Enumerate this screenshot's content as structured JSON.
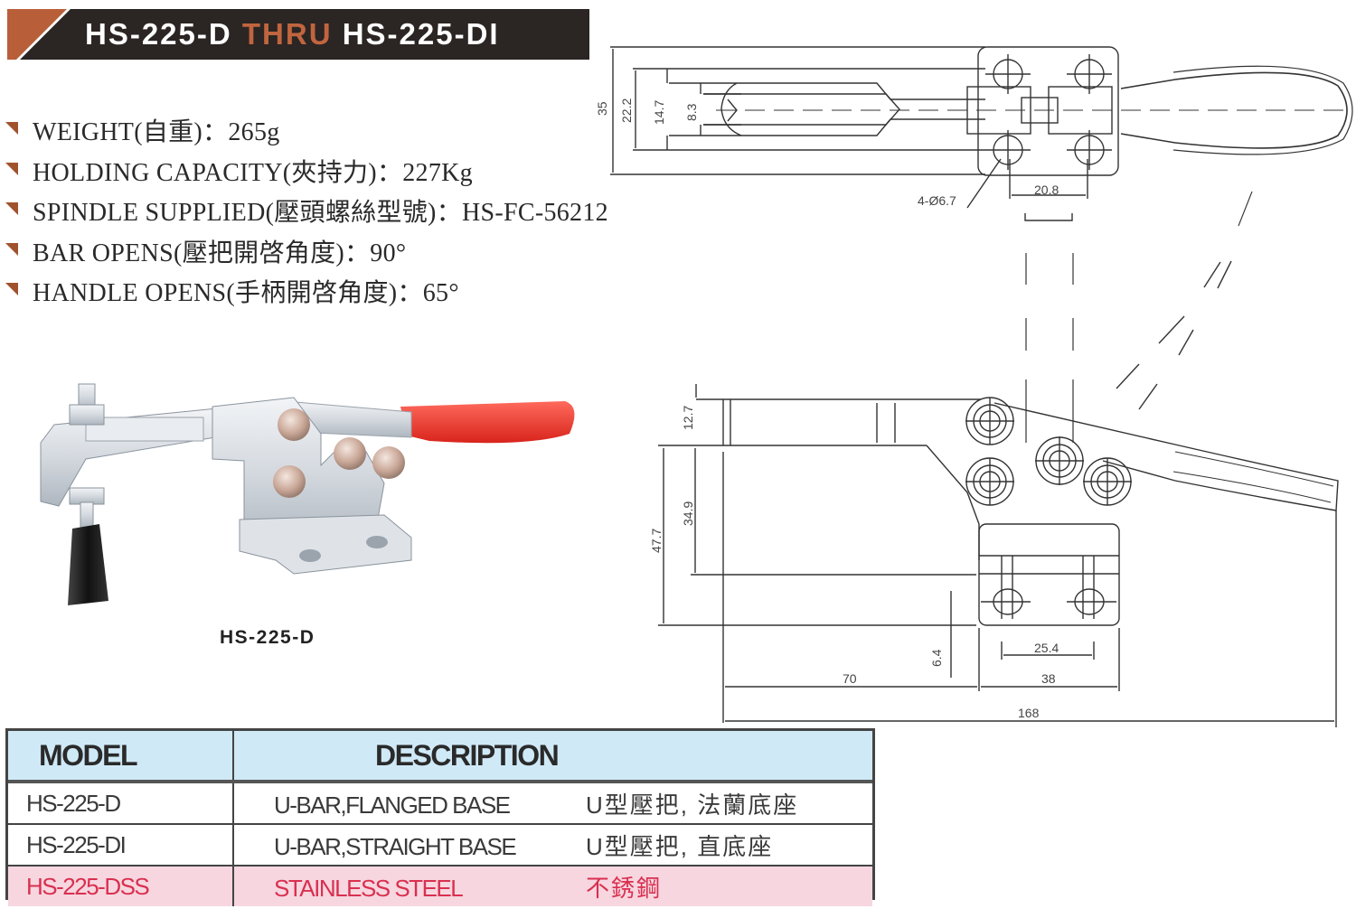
{
  "title": {
    "part1": "HS-225-D ",
    "connector": "THRU",
    "part2": " HS-225-DI",
    "colors": {
      "banner_bg": "#2b2523",
      "accent": "#c0653f",
      "text": "#ffffff"
    }
  },
  "specs": [
    {
      "label": "WEIGHT(自重)：265g"
    },
    {
      "label": "HOLDING CAPACITY(夾持力)：227Kg"
    },
    {
      "label": "SPINDLE SUPPLIED(壓頭螺絲型號)：HS-FC-56212"
    },
    {
      "label": "BAR OPENS(壓把開啓角度)：90°"
    },
    {
      "label": "HANDLE OPENS(手柄開啓角度)：65°"
    }
  ],
  "product_photo": {
    "caption": "HS-225-D",
    "colors": {
      "handle_grip": "#e8322c",
      "body": "#d9dde2",
      "spindle_tip": "#1e1e1e",
      "rivet": "#c8a99a"
    }
  },
  "top_view": {
    "dimensions": {
      "overall_height": "35",
      "bar_width": "22.2",
      "slot_outer": "14.7",
      "slot_inner": "8.3",
      "holes": "4-Ø6.7",
      "hole_spacing": "20.8"
    }
  },
  "side_view": {
    "dimensions": {
      "bar_thickness": "12.7",
      "bar_height_to_base": "34.9",
      "overall_height": "47.7",
      "base_thickness": "6.4",
      "hole_pitch": "25.4",
      "bar_length": "70",
      "base_length": "38",
      "overall_length": "168"
    }
  },
  "table": {
    "headers": {
      "model": "MODEL",
      "description": "DESCRIPTION"
    },
    "rows": [
      {
        "model": "HS-225-D",
        "desc_en": "U-BAR,FLANGED BASE",
        "desc_zh": "U型壓把, 法蘭底座",
        "highlight": false
      },
      {
        "model": "HS-225-DI",
        "desc_en": "U-BAR,STRAIGHT BASE",
        "desc_zh": "U型壓把, 直底座",
        "highlight": false
      },
      {
        "model": "HS-225-DSS",
        "desc_en": "STAINLESS STEEL",
        "desc_zh": "不銹鋼",
        "highlight": true
      }
    ],
    "colors": {
      "header_bg": "#cfe9f7",
      "highlight_bg": "#f7d6e0",
      "highlight_text": "#d9304f"
    }
  }
}
